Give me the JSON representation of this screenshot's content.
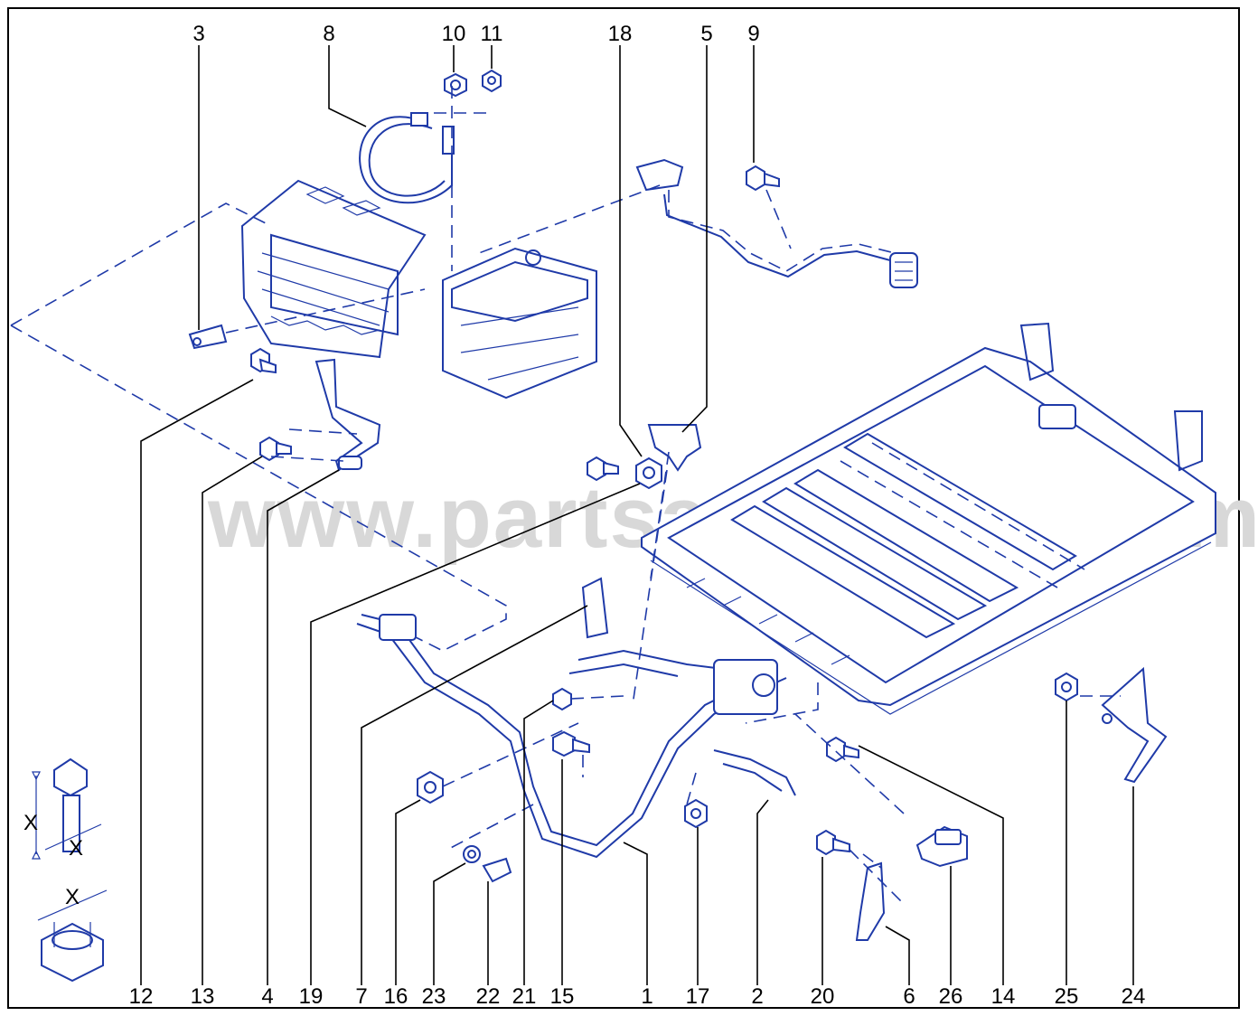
{
  "watermark": "www.partsassistant.com",
  "top_labels": [
    "3",
    "8",
    "10",
    "11",
    "18",
    "5",
    "9"
  ],
  "bottom_labels": [
    "12",
    "13",
    "4",
    "19",
    "7",
    "16",
    "23",
    "22",
    "21",
    "15",
    "1",
    "17",
    "2",
    "20",
    "6",
    "26",
    "14",
    "25",
    "24"
  ],
  "dimension_letter": "X",
  "colors": {
    "line": "#1f3aa8",
    "text": "#000000",
    "watermark": "#d8d8d8"
  }
}
